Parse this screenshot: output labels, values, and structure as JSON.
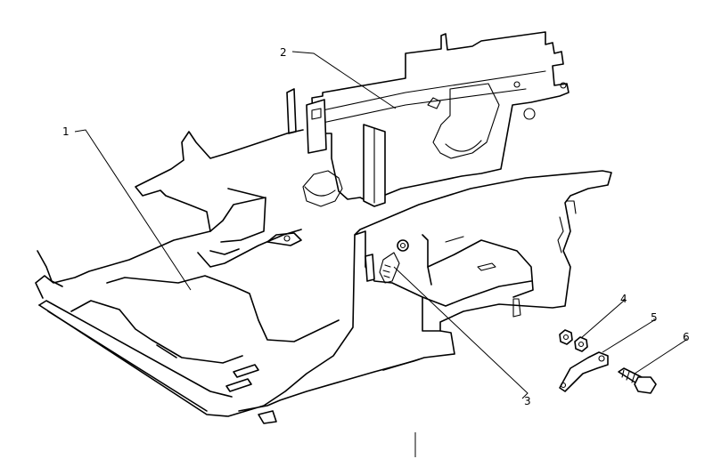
{
  "diagram": {
    "callouts": [
      {
        "id": "1",
        "label": "1"
      },
      {
        "id": "2",
        "label": "2"
      },
      {
        "id": "3",
        "label": "3"
      },
      {
        "id": "4",
        "label": "4"
      },
      {
        "id": "5",
        "label": "5"
      },
      {
        "id": "6",
        "label": "6"
      }
    ]
  }
}
